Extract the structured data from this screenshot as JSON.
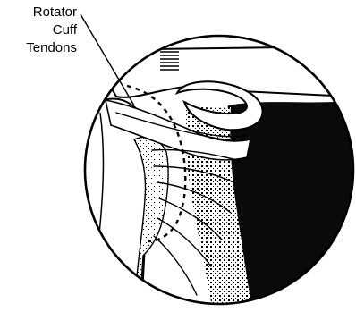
{
  "label": {
    "lines": [
      "Rotator",
      "Cuff",
      "Tendons"
    ]
  },
  "colors": {
    "ink": "#000000",
    "paper": "#ffffff",
    "shade": "#0a0a0a"
  }
}
